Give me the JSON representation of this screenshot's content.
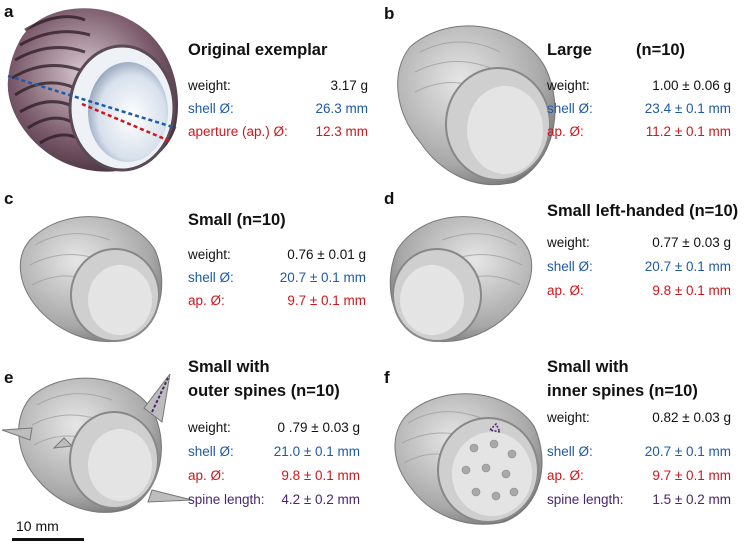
{
  "panels": [
    {
      "letter": "a",
      "title": "Original exemplar",
      "rows": [
        {
          "label": "weight:",
          "value": "3.17 g",
          "color": "#111111"
        },
        {
          "label": "shell Ø:",
          "value": "26.3 mm",
          "color": "#1f5aa6"
        },
        {
          "label": "aperture (ap.) Ø:",
          "value": "12.3 mm",
          "color": "#d0161c"
        }
      ]
    },
    {
      "letter": "b",
      "title": "Large",
      "title2": "(n=10)",
      "rows": [
        {
          "label": "weight:",
          "value": "1.00 ± 0.06 g",
          "color": "#111111"
        },
        {
          "label": "shell Ø:",
          "value": "23.4 ± 0.1 mm",
          "color": "#1f5aa6"
        },
        {
          "label": "ap. Ø:",
          "value": "11.2 ± 0.1 mm",
          "color": "#d0161c"
        }
      ]
    },
    {
      "letter": "c",
      "title": "Small (n=10)",
      "rows": [
        {
          "label": "weight:",
          "value": "0.76 ± 0.01 g",
          "color": "#111111"
        },
        {
          "label": "shell Ø:",
          "value": "20.7 ± 0.1 mm",
          "color": "#1f5aa6"
        },
        {
          "label": "ap. Ø:",
          "value": "9.7 ± 0.1 mm",
          "color": "#d0161c"
        }
      ]
    },
    {
      "letter": "d",
      "title": "Small left-handed (n=10)",
      "rows": [
        {
          "label": "weight:",
          "value": "0.77 ± 0.03 g",
          "color": "#111111"
        },
        {
          "label": "shell Ø:",
          "value": "20.7 ± 0.1 mm",
          "color": "#1f5aa6"
        },
        {
          "label": "ap. Ø:",
          "value": "9.8 ± 0.1 mm",
          "color": "#d0161c"
        }
      ]
    },
    {
      "letter": "e",
      "title": "Small with",
      "title2": "outer spines (n=10)",
      "rows": [
        {
          "label": "weight:",
          "value": "0 .79 ± 0.03 g",
          "color": "#111111"
        },
        {
          "label": "shell Ø:",
          "value": "21.0 ± 0.1 mm",
          "color": "#1f5aa6"
        },
        {
          "label": "ap. Ø:",
          "value": "9.8 ± 0.1 mm",
          "color": "#d0161c"
        },
        {
          "label": "spine length:",
          "value": "4.2 ± 0.2 mm",
          "color": "#4b2470"
        }
      ]
    },
    {
      "letter": "f",
      "title": "Small with",
      "title2": "inner spines (n=10)",
      "rows": [
        {
          "label": "weight:",
          "value": "0.82 ± 0.03 g",
          "color": "#111111"
        },
        {
          "label": "shell Ø:",
          "value": "20.7 ± 0.1 mm",
          "color": "#1f5aa6"
        },
        {
          "label": "ap. Ø:",
          "value": "9.7 ± 0.1 mm",
          "color": "#d0161c"
        },
        {
          "label": "spine length:",
          "value": "1.5 ± 0.2 mm",
          "color": "#4b2470"
        }
      ]
    }
  ],
  "scale_bar": {
    "label": "10 mm"
  }
}
